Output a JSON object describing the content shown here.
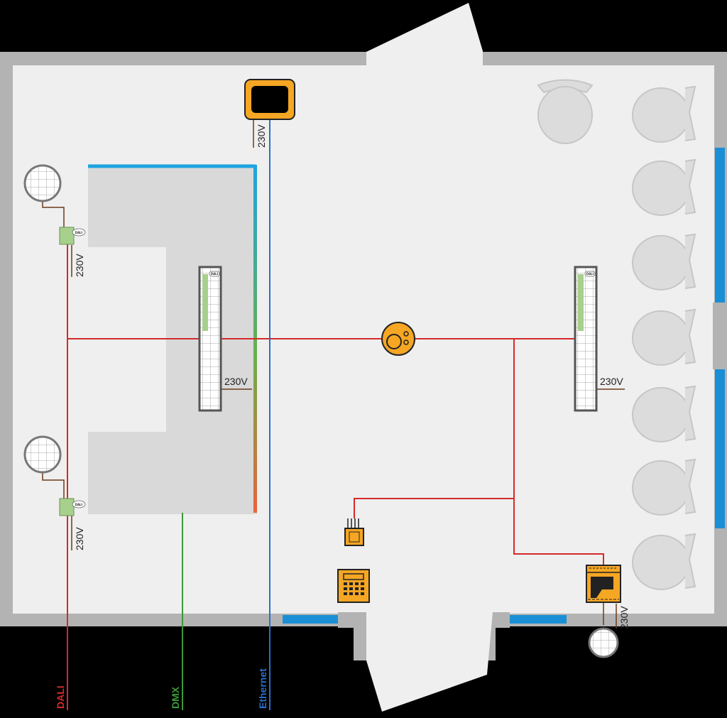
{
  "labels": {
    "voltage": "230V",
    "dali_tag": "DALI"
  },
  "wires": {
    "dali": "DALI",
    "dmx": "DMX",
    "ethernet": "Ethernet"
  },
  "colors": {
    "dali_wire": "#d42a2a",
    "dmx_wire": "#3a9a3a",
    "ethernet_wire": "#2a6fc9",
    "power_wire": "#6b3a1a",
    "device_fill": "#f5a623",
    "window": "#1a8fd6",
    "wall": "#b3b3b3",
    "floor": "#efefef",
    "counter": "#d9d9d9",
    "chair": "#dcdcdc"
  },
  "icons": {
    "touch_panel": "touch-panel-icon",
    "presence_sensor": "presence-sensor-icon",
    "luminaire": "round-luminaire-icon",
    "dali_module": "dali-module-icon",
    "dali_controller": "dali-controller-icon",
    "relay": "relay-module-icon",
    "keypad": "keypad-icon",
    "oven": "oven-appliance-icon",
    "chair": "chair-icon"
  }
}
